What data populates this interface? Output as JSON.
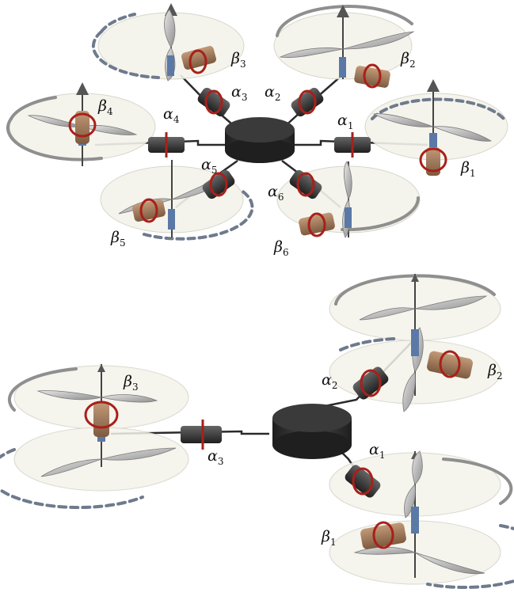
{
  "diagram": {
    "top_configuration": {
      "alpha_labels": [
        {
          "name": "α",
          "sub": "1"
        },
        {
          "name": "α",
          "sub": "2"
        },
        {
          "name": "α",
          "sub": "3"
        },
        {
          "name": "α",
          "sub": "4"
        },
        {
          "name": "α",
          "sub": "5"
        },
        {
          "name": "α",
          "sub": "6"
        }
      ],
      "beta_labels": [
        {
          "name": "β",
          "sub": "1"
        },
        {
          "name": "β",
          "sub": "2"
        },
        {
          "name": "β",
          "sub": "3"
        },
        {
          "name": "β",
          "sub": "4"
        },
        {
          "name": "β",
          "sub": "5"
        },
        {
          "name": "β",
          "sub": "6"
        }
      ]
    },
    "bottom_configuration": {
      "alpha_labels": [
        {
          "name": "α",
          "sub": "1"
        },
        {
          "name": "α",
          "sub": "2"
        },
        {
          "name": "α",
          "sub": "3"
        }
      ],
      "beta_labels": [
        {
          "name": "β",
          "sub": "1"
        },
        {
          "name": "β",
          "sub": "2"
        },
        {
          "name": "β",
          "sub": "3"
        }
      ]
    },
    "colors": {
      "hub": "#2f2f2f",
      "arm": "#2a2a2a",
      "disc_fill": "#f4f3ea",
      "disc_stroke": "#cfcfc4",
      "propeller": "#bdbdbd",
      "motor_dark": "#3a3a3a",
      "motor_tan": "#a07a5c",
      "motor_blue": "#5b79a6",
      "rotation_red": "#a8201a",
      "arrow_gray": "#8a8a8a",
      "arrow_dashed": "#6f7a8c"
    }
  }
}
